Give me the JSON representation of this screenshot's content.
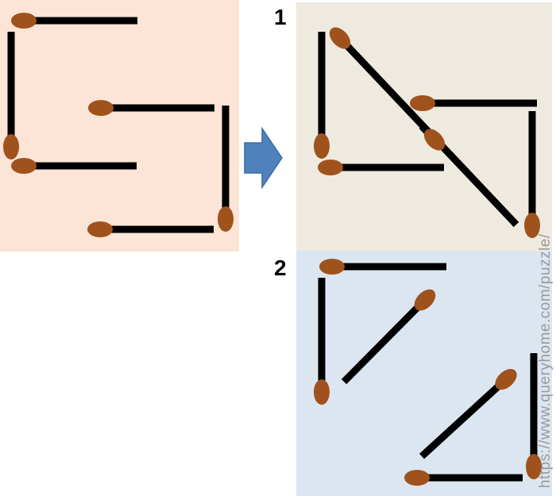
{
  "panels": {
    "original": {
      "color": "#fce4d6"
    },
    "solution1": {
      "label": "1",
      "color": "#eeeae0"
    },
    "solution2": {
      "label": "2",
      "color": "#dce6f1"
    }
  },
  "arrow": {
    "color": "#4f81bd"
  },
  "match": {
    "stick_color": "#000000",
    "head_color": "#a0521d"
  },
  "watermark": "https://www.queryhome.com/puzzle/"
}
